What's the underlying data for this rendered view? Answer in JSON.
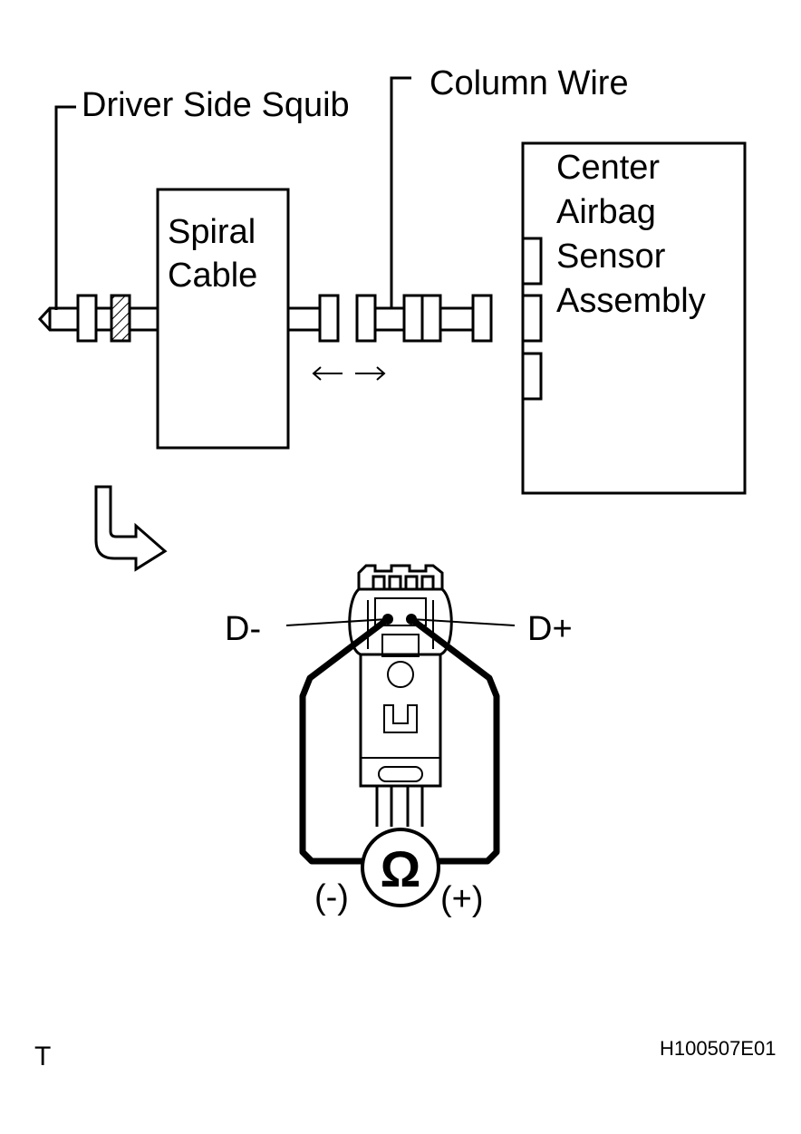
{
  "labels": {
    "driver_side_squib": "Driver Side Squib",
    "column_wire": "Column Wire",
    "spiral_cable_line1": "Spiral",
    "spiral_cable_line2": "Cable",
    "center_line1": "Center",
    "center_line2": "Airbag",
    "center_line3": "Sensor",
    "center_line4": "Assembly",
    "d_minus": "D-",
    "d_plus": "D+",
    "ohm_symbol": "Ω",
    "meter_minus": "(-)",
    "meter_plus": "(+)",
    "corner_mark": "T",
    "figure_code": "H100507E01"
  },
  "icons": {
    "disconnect": "double-arrow-icon",
    "step_arrow": "bent-arrow-icon",
    "meter": "ohmmeter-icon"
  }
}
